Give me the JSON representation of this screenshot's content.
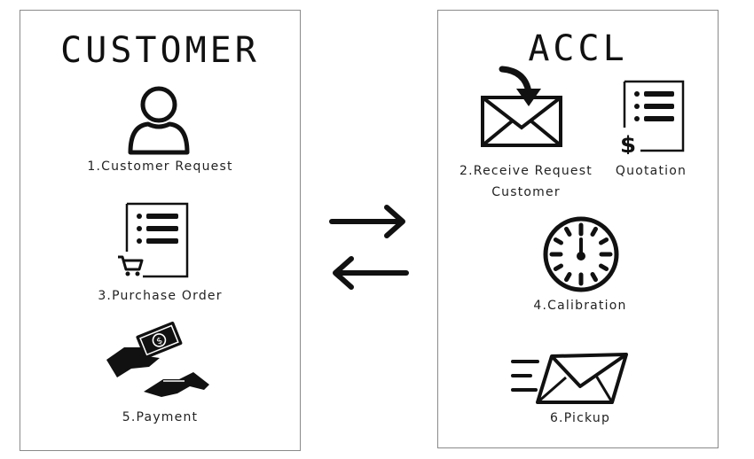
{
  "customer": {
    "title": "CUSTOMER",
    "steps": [
      {
        "label": "1.Customer Request",
        "icon": "person-icon"
      },
      {
        "label": "3.Purchase Order",
        "icon": "purchase-order-icon"
      },
      {
        "label": "5.Payment",
        "icon": "payment-icon"
      }
    ]
  },
  "accl": {
    "title": "ACCL",
    "steps": [
      {
        "label": "2.Receive Request",
        "label2": "Customer",
        "icon": "receive-mail-icon"
      },
      {
        "label": "Quotation",
        "icon": "quotation-icon"
      },
      {
        "label": "4.Calibration",
        "icon": "clock-icon"
      },
      {
        "label": "6.Pickup",
        "icon": "send-mail-icon"
      }
    ]
  },
  "exchange_icon": "exchange-arrows-icon",
  "colors": {
    "ink": "#111111",
    "border": "#8a8a8a",
    "background": "#ffffff"
  }
}
